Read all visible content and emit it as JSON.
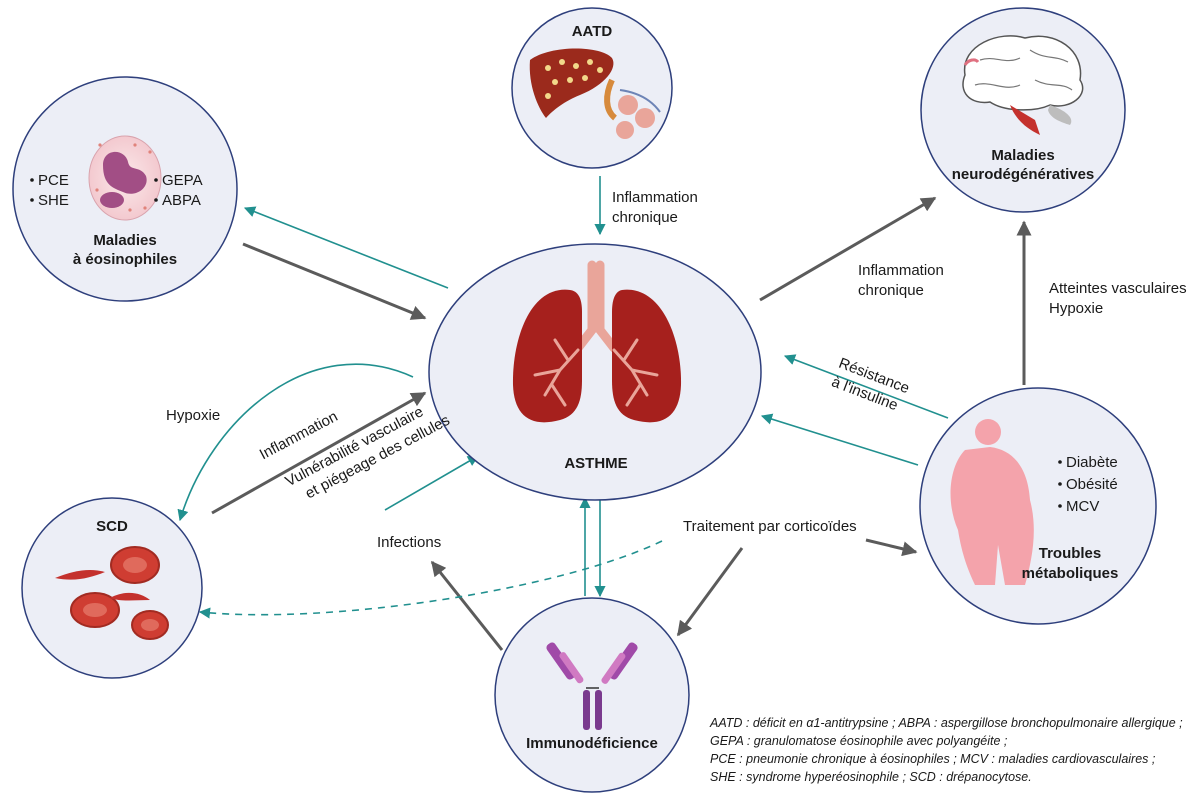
{
  "center": {
    "title": "ASTHME"
  },
  "nodes": {
    "aatd": {
      "title": "AATD"
    },
    "eosinophiles": {
      "title_line1": "Maladies",
      "title_line2": "à éosinophiles",
      "left_items": [
        "PCE",
        "SHE"
      ],
      "right_items": [
        "GEPA",
        "ABPA"
      ]
    },
    "neuro": {
      "title_line1": "Maladies",
      "title_line2": "neurodégénératives"
    },
    "scd": {
      "title": "SCD"
    },
    "metabolic": {
      "items": [
        "Diabète",
        "Obésité",
        "MCV"
      ],
      "title_line1": "Troubles",
      "title_line2": "métaboliques"
    },
    "immuno": {
      "title": "Immunodéficience"
    }
  },
  "edge_labels": {
    "aatd_line1": "Inflammation",
    "aatd_line2": "chronique",
    "neuro_line1": "Inflammation",
    "neuro_line2": "chronique",
    "vascular_line1": "Atteintes vasculaires",
    "vascular_line2": "Hypoxie",
    "insulin_line1": "Résistance",
    "insulin_line2": "à l'insuline",
    "hypoxie": "Hypoxie",
    "inflammation": "Inflammation",
    "vulnerability_line1": "Vulnérabilité vasculaire",
    "vulnerability_line2": "et piégeage des cellules",
    "infections": "Infections",
    "corticoids": "Traitement par corticoïdes"
  },
  "legend": [
    "AATD : déficit en α1-antitrypsine ; ABPA : aspergillose bronchopulmonaire allergique ;",
    "GEPA : granulomatose éosinophile avec polyangéite ;",
    "PCE : pneumonie chronique à éosinophiles ; MCV : maladies cardiovasculaires ;",
    "SHE : syndrome hyperéosinophile ; SCD : drépanocytose."
  ],
  "colors": {
    "circle_fill": "#eceef6",
    "circle_stroke": "#2e3f7c",
    "teal_arrow": "#21908f",
    "grey_arrow": "#5b5b5b",
    "lung": "#a6201d",
    "trachea": "#e9a59a"
  }
}
